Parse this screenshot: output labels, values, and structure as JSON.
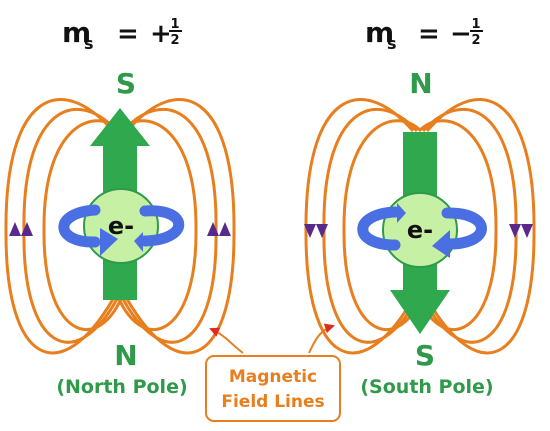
{
  "left": {
    "spin_symbol": "m",
    "spin_subscript": "s",
    "spin_equals": "=",
    "spin_sign": "+",
    "frac_num": "1",
    "frac_den": "2",
    "electron_label": "e-",
    "pole_top": "S",
    "pole_bottom": "N",
    "pole_bottom_caption": "(North Pole)"
  },
  "right": {
    "spin_symbol": "m",
    "spin_subscript": "s",
    "spin_equals": "=",
    "spin_sign": "−",
    "frac_num": "1",
    "frac_den": "2",
    "electron_label": "e-",
    "pole_top": "N",
    "pole_bottom": "S",
    "pole_bottom_caption": "(South Pole)"
  },
  "legend": {
    "line1": "Magnetic",
    "line2": "Field Lines"
  },
  "colors": {
    "field_line": "#e87f1e",
    "bar_magnet": "#2fa84e",
    "electron_fill": "#c6f0a4",
    "spin_arrow": "#4a6fe3",
    "direction_marker": "#5a2a8a",
    "pole_text": "#2e9a4a",
    "legend_text": "#e87f1e",
    "pointer": "#e02a1e"
  }
}
